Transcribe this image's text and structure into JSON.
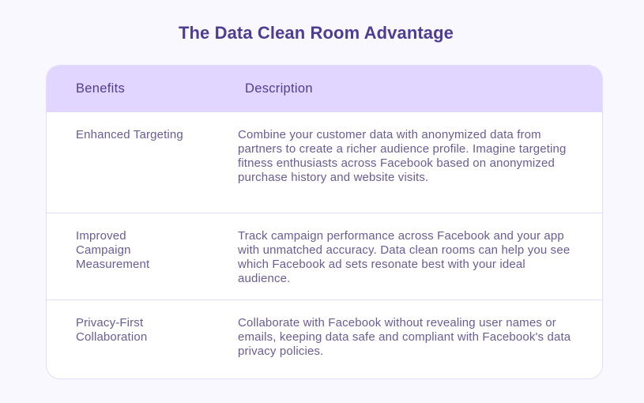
{
  "title": "The Data Clean Room Advantage",
  "colors": {
    "background": "#f9f8ff",
    "title": "#4f3d94",
    "header_bg": "#e0d6ff",
    "header_text": "#4f3d94",
    "body_text": "#6a5c95",
    "border": "#e4ddfa"
  },
  "table": {
    "headers": [
      "Benefits",
      "Description"
    ],
    "rows": [
      {
        "benefit": "Enhanced Targeting",
        "description": "Combine your customer data with anonymized data from partners to create a richer audience profile. Imagine targeting fitness enthusiasts across Facebook based on anonymized purchase history and website visits."
      },
      {
        "benefit": "Improved Campaign Measurement",
        "description": "Track campaign performance across Facebook and your app with unmatched accuracy. Data clean rooms can help you see which Facebook ad sets resonate best with your ideal audience."
      },
      {
        "benefit": "Privacy-First Collaboration",
        "description": "Collaborate with Facebook without revealing user names or emails, keeping data safe and compliant with Facebook's data privacy policies."
      }
    ]
  }
}
